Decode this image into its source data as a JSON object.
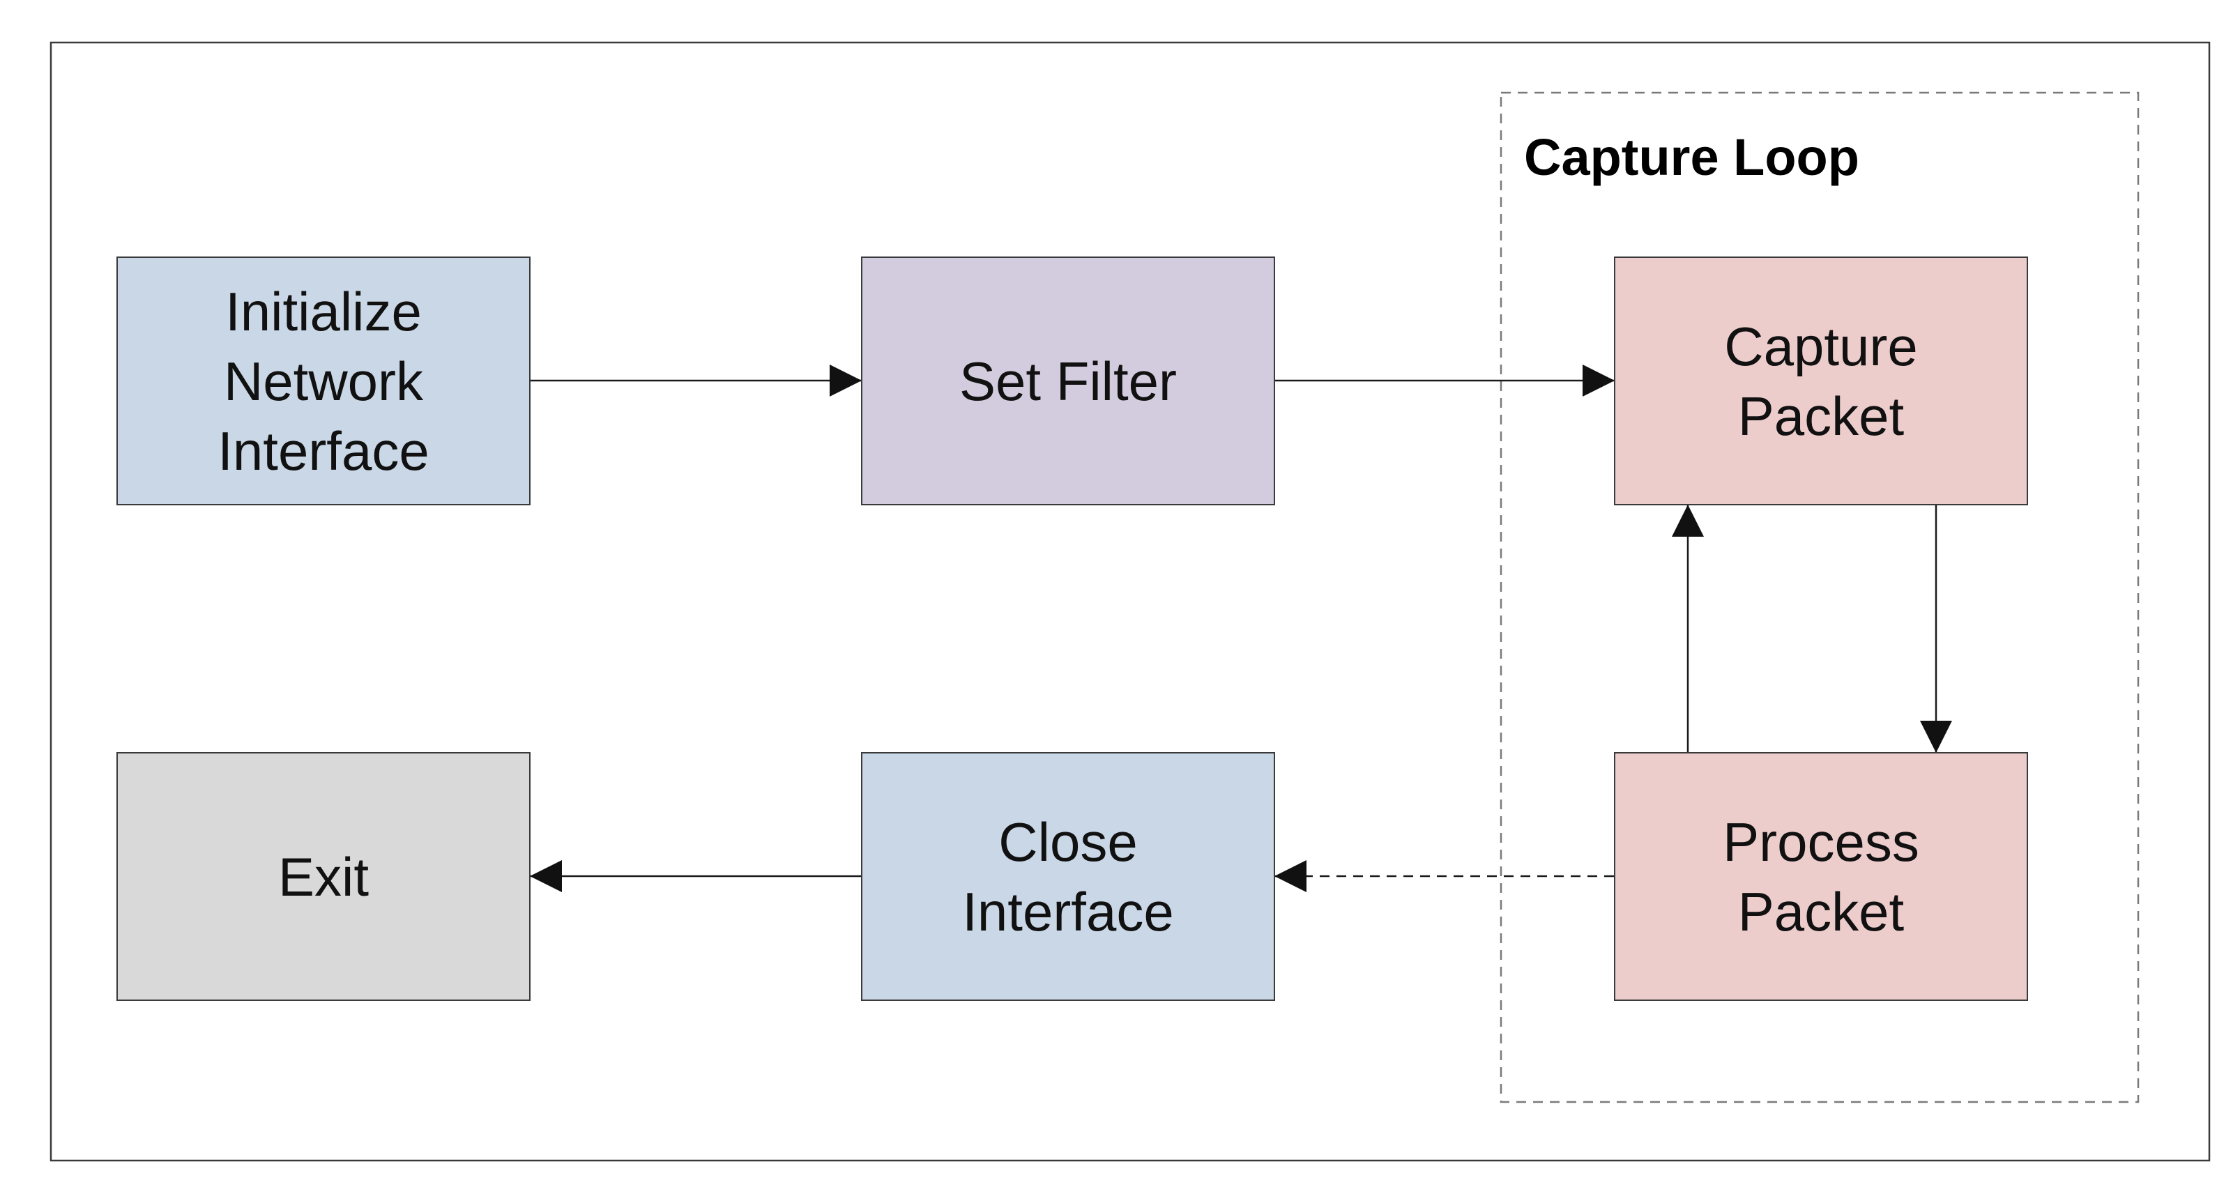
{
  "colors": {
    "background": "#ffffff",
    "border": "#3a3a3a",
    "edge": "#1a1a1a",
    "group_border": "#7a7a7a"
  },
  "group": {
    "title": "Capture Loop"
  },
  "nodes": {
    "init": {
      "label": "Initialize\nNetwork\nInterface",
      "fill": "#c9d7e6"
    },
    "filter": {
      "label": "Set Filter",
      "fill": "#d3cbde"
    },
    "capture": {
      "label": "Capture\nPacket",
      "fill": "#edcdcc"
    },
    "process": {
      "label": "Process\nPacket",
      "fill": "#edcdcc"
    },
    "close": {
      "label": "Close\nInterface",
      "fill": "#c9d7e6"
    },
    "exit": {
      "label": "Exit",
      "fill": "#d9d9d9"
    }
  },
  "edges": [
    {
      "from": "init",
      "to": "filter",
      "style": "solid"
    },
    {
      "from": "filter",
      "to": "capture",
      "style": "solid"
    },
    {
      "from": "capture",
      "to": "process",
      "style": "solid"
    },
    {
      "from": "process",
      "to": "capture",
      "style": "solid"
    },
    {
      "from": "process",
      "to": "close",
      "style": "dashed"
    },
    {
      "from": "close",
      "to": "exit",
      "style": "solid"
    }
  ]
}
